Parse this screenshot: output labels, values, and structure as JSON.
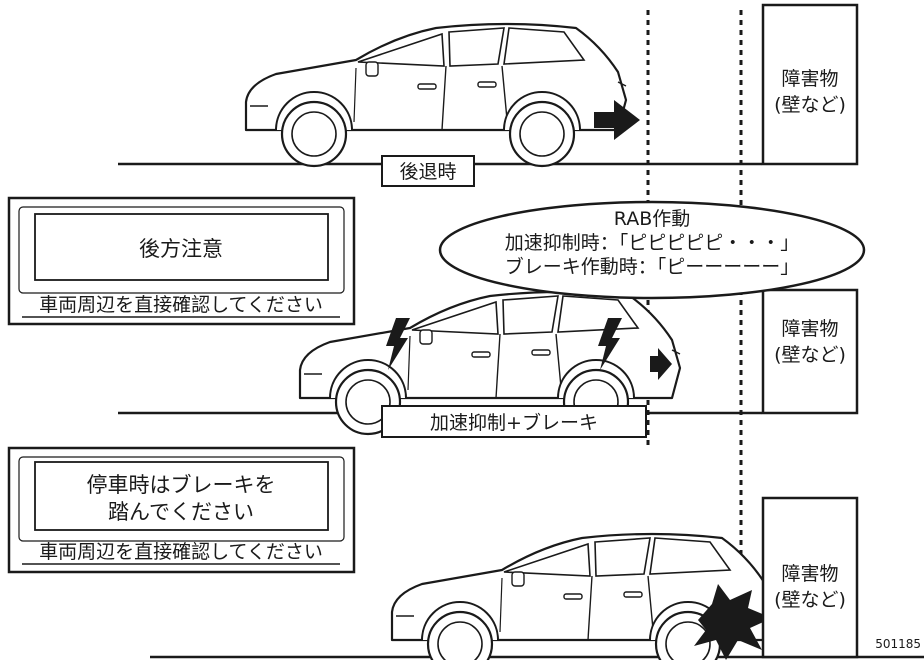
{
  "scenes": [
    {
      "obstacle": {
        "line1": "障害物",
        "line2": "(壁など)"
      },
      "label": "後退時"
    },
    {
      "panel": {
        "message": "後方注意",
        "caption": "車両周辺を直接確認してください"
      },
      "callout": {
        "title": "RAB作動",
        "line1": "加速抑制時：「ピピピピピ・・・」",
        "line2": "ブレーキ作動時：「ピーーーーー」"
      },
      "obstacle": {
        "line1": "障害物",
        "line2": "(壁など)"
      },
      "label": "加速抑制+ブレーキ"
    },
    {
      "panel": {
        "message_line1": "停車時はブレーキを",
        "message_line2": "踏んでください",
        "caption": "車両周辺を直接確認してください"
      },
      "obstacle": {
        "line1": "障害物",
        "line2": "(壁など)"
      }
    }
  ],
  "figure_id": "501185",
  "icons": [
    "car-icon",
    "direction-arrow-icon",
    "lightning-icon",
    "collision-burst-icon"
  ]
}
